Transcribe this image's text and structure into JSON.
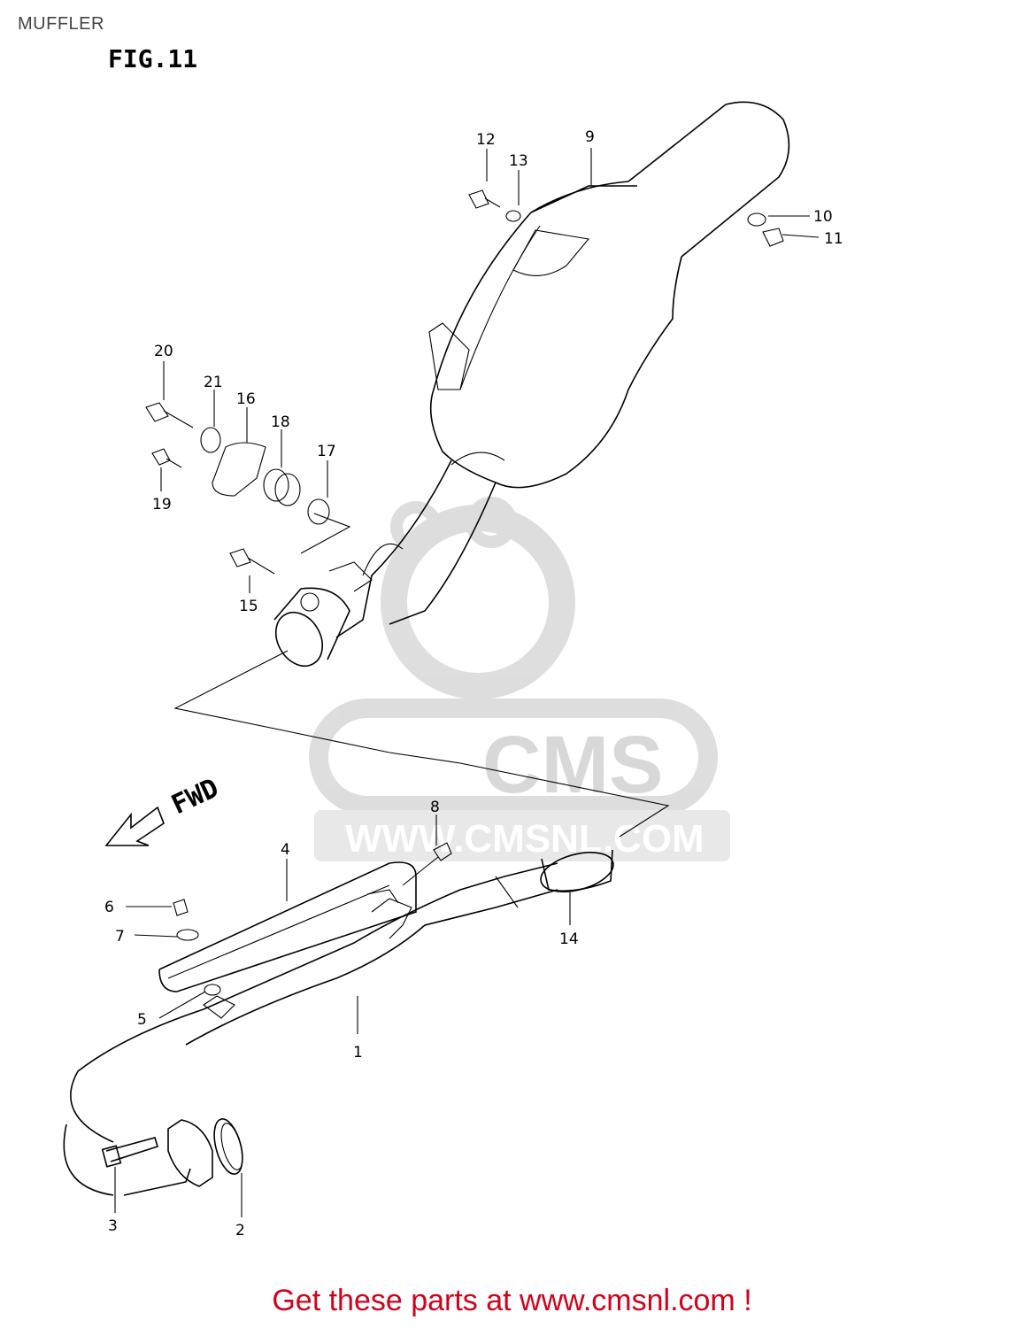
{
  "page": {
    "title": "MUFFLER",
    "figure": "FIG.11"
  },
  "direction_label": "FWD",
  "watermark": {
    "logo_text": "CMS",
    "url_text": "WWW.CMSNL.COM"
  },
  "call_to_action": "Get these parts at www.cmsnl.com !",
  "colors": {
    "accent": "#d0021b",
    "line": "#000000",
    "watermark": "#d2d2d2"
  },
  "parts": {
    "p1": "1",
    "p2": "2",
    "p3": "3",
    "p4": "4",
    "p5": "5",
    "p6": "6",
    "p7": "7",
    "p8": "8",
    "p9": "9",
    "p10": "10",
    "p11": "11",
    "p12": "12",
    "p13": "13",
    "p14": "14",
    "p15": "15",
    "p16": "16",
    "p17": "17",
    "p18": "18",
    "p19": "19",
    "p20": "20",
    "p21": "21"
  }
}
